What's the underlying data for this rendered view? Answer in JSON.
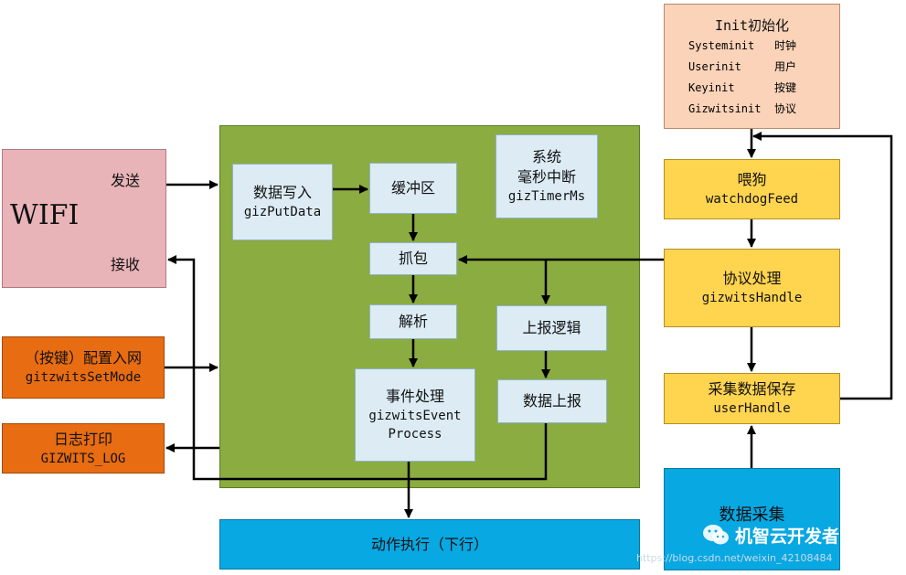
{
  "wifi": {
    "title": "WIFI",
    "send": "发送",
    "receive": "接收"
  },
  "init": {
    "title": "Init初始化",
    "rows": [
      {
        "fn": "Systeminit",
        "desc": "时钟"
      },
      {
        "fn": "Userinit",
        "desc": "用户"
      },
      {
        "fn": "Keyinit",
        "desc": "按键"
      },
      {
        "fn": "Gizwitsinit",
        "desc": "协议"
      }
    ]
  },
  "nodes": {
    "put_data": {
      "cn": "数据写入",
      "en": "gizPutData"
    },
    "buffer": {
      "cn": "缓冲区"
    },
    "timer": {
      "cn1": "系统",
      "cn2": "毫秒中断",
      "en": "gizTimerMs"
    },
    "capture": {
      "cn": "抓包"
    },
    "parse": {
      "cn": "解析"
    },
    "report_logic": {
      "cn": "上报逻辑"
    },
    "event": {
      "cn": "事件处理",
      "en1": "gizwitsEvent",
      "en2": "Process"
    },
    "data_report": {
      "cn": "数据上报"
    },
    "config_net": {
      "cn": "（按键）配置入网",
      "en": "gitzwitsSetMode"
    },
    "log": {
      "cn": "日志打印",
      "en": "GIZWITS_LOG"
    },
    "action": {
      "cn": "动作执行（下行）"
    },
    "watchdog": {
      "cn": "喂狗",
      "en": "watchdogFeed"
    },
    "protocol": {
      "cn": "协议处理",
      "en": "gizwitsHandle"
    },
    "save": {
      "cn": "采集数据保存",
      "en": "userHandle"
    },
    "collect": {
      "cn": "数据采集"
    }
  },
  "watermark": {
    "brand": "机智云开发者",
    "url": "https://blog.csdn.net/weixin_42108484"
  },
  "colors": {
    "green_panel": "#8bac40",
    "light_blue": "#dcebf4",
    "yellow": "#ffd44f",
    "orange": "#e86c12",
    "cyan": "#08a8e3",
    "pink": "#e8b4b8",
    "peach": "#fad3b8"
  }
}
